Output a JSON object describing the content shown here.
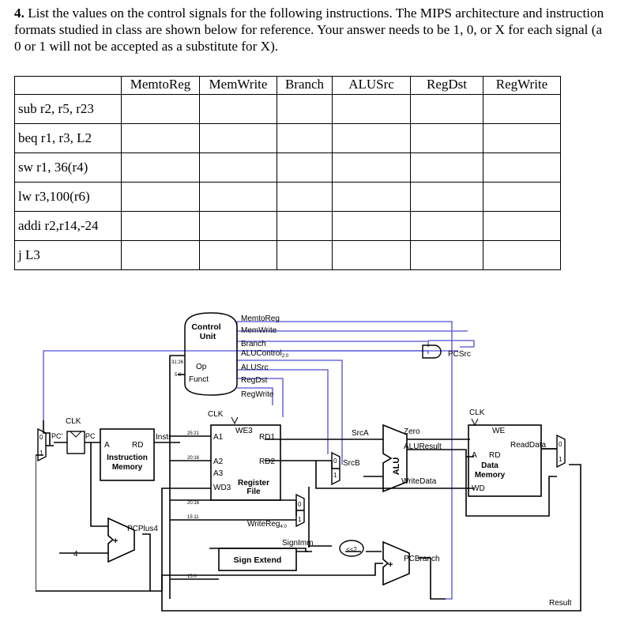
{
  "question": {
    "number": "4.",
    "text": "List the values on the control signals for the following instructions. The MIPS architecture and instruction formats studied in class are shown below for reference. Your answer needs to be 1, 0, or X for each signal (a 0 or 1 will not be accepted as a substitute for X)."
  },
  "table": {
    "columns": [
      "MemtoReg",
      "MemWrite",
      "Branch",
      "ALUSrc",
      "RegDst",
      "RegWrite"
    ],
    "rows": [
      "sub r2, r5, r23",
      "beq r1, r3, L2",
      "sw r1, 36(r4)",
      "lw r3,100(r6)",
      "addi r2,r14,-24",
      "j  L3"
    ]
  },
  "diagram": {
    "control_unit": [
      "Control",
      "Unit"
    ],
    "control_inputs": {
      "op": "Op",
      "funct": "Funct",
      "op_bits": "31:26",
      "funct_bits": "5:0"
    },
    "control_signals": [
      "MemtoReg",
      "MemWrite",
      "Branch",
      "ALUControl",
      "ALUSrc",
      "RegDst",
      "RegWrite"
    ],
    "alucontrol_sub": "2:0",
    "pcsrc": "PCSrc",
    "clk": "CLK",
    "pc_prime": "PC'",
    "pc": "PC",
    "instr_mem": {
      "a": "A",
      "rd": "RD",
      "title1": "Instruction",
      "title2": "Memory"
    },
    "instr": "Instr",
    "regfile": {
      "we3": "WE3",
      "a1": "A1",
      "a2": "A2",
      "a3": "A3",
      "wd3": "WD3",
      "rd1": "RD1",
      "rd2": "RD2",
      "title1": "Register",
      "title2": "File"
    },
    "bits": {
      "b2521": "25:21",
      "b2016a": "20:16",
      "b2016b": "20:16",
      "b1511": "15:11",
      "b150": "15:0"
    },
    "writereg": "WriteReg",
    "writereg_sub": "4:0",
    "srca": "SrcA",
    "srcb": "SrcB",
    "alu": "ALU",
    "zero": "Zero",
    "aluresult": "ALUResult",
    "writedata": "WriteData",
    "data_mem": {
      "we": "WE",
      "a": "A",
      "rd": "RD",
      "title1": "Data",
      "title2": "Memory",
      "wd": "WD"
    },
    "readdata": "ReadData",
    "signimm": "SignImm",
    "sign_extend": "Sign Extend",
    "shift": "<<2",
    "pcplus4": "PCPlus4",
    "pcbranch": "PCBranch",
    "result": "Result",
    "four": "4",
    "plus": "+",
    "mux0": "0",
    "mux1": "1"
  }
}
